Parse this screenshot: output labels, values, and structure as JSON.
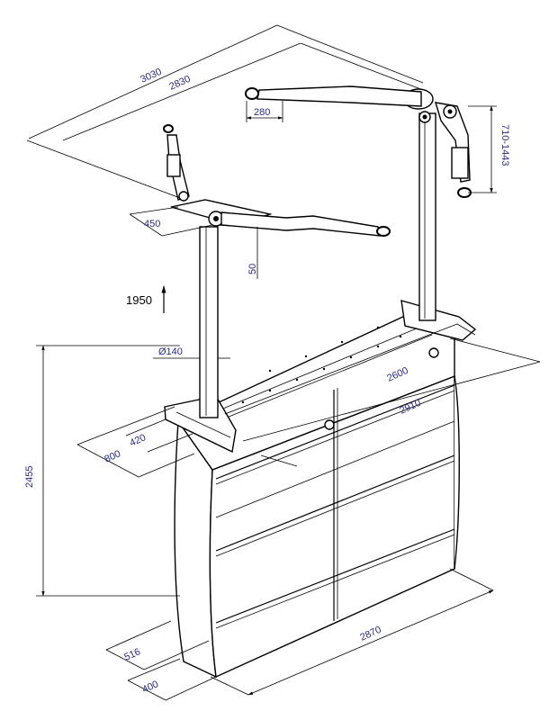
{
  "dimensions": {
    "overall_width": "3030",
    "inner_width": "2830",
    "arm_pad": "280",
    "arm_reach": "710-1443",
    "arm_offset": "450",
    "pad_height": "50",
    "lift_height": "1950",
    "column_diameter": "Ø140",
    "rail_length": "2600",
    "rail_outer": "2910",
    "base_offset": "420",
    "base_depth": "800",
    "total_height": "2455",
    "cabinet_length": "2870",
    "cabinet_depth": "516",
    "cabinet_base": "400"
  }
}
